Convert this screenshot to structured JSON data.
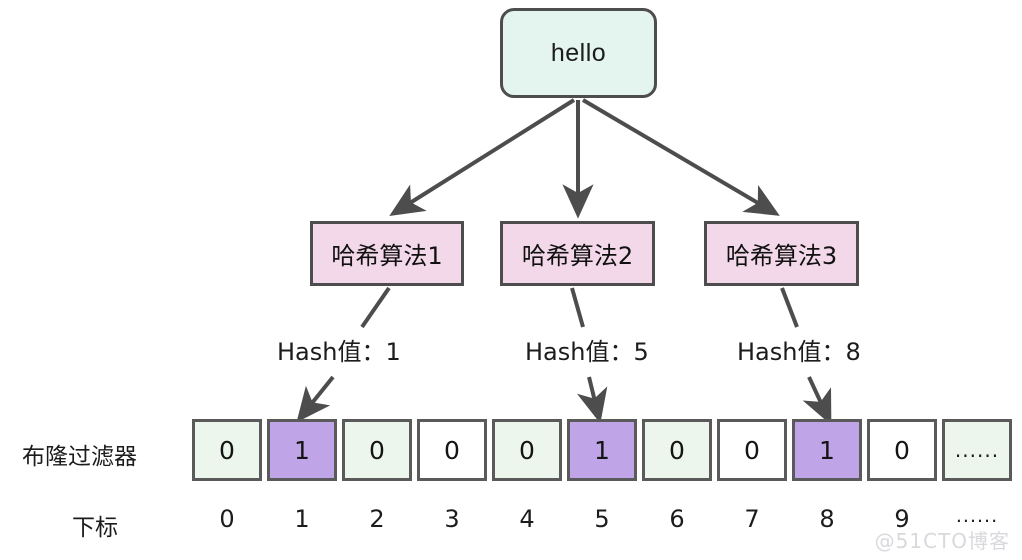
{
  "diagram": {
    "title_node": {
      "label": "hello"
    },
    "hash_nodes": [
      {
        "label": "哈希算法1"
      },
      {
        "label": "哈希算法2"
      },
      {
        "label": "哈希算法3"
      }
    ],
    "hash_value_labels": [
      {
        "text": "Hash值：1",
        "value": 1
      },
      {
        "text": "Hash值：5",
        "value": 5
      },
      {
        "text": "Hash值：8",
        "value": 8
      }
    ],
    "bloom_row": {
      "label": "布隆过滤器",
      "cells": [
        {
          "value": "0",
          "tone": "green"
        },
        {
          "value": "1",
          "tone": "purple"
        },
        {
          "value": "0",
          "tone": "green"
        },
        {
          "value": "0",
          "tone": "white"
        },
        {
          "value": "0",
          "tone": "green"
        },
        {
          "value": "1",
          "tone": "purple"
        },
        {
          "value": "0",
          "tone": "green"
        },
        {
          "value": "0",
          "tone": "white"
        },
        {
          "value": "1",
          "tone": "purple"
        },
        {
          "value": "0",
          "tone": "white"
        },
        {
          "value": "......",
          "tone": "green"
        }
      ]
    },
    "index_row": {
      "label": "下标",
      "cells": [
        "0",
        "1",
        "2",
        "3",
        "4",
        "5",
        "6",
        "7",
        "8",
        "9",
        "......"
      ]
    },
    "watermark": "@51CTO博客",
    "colors": {
      "root_fill": "#e4f4ef",
      "hash_fill": "#f3d8e9",
      "bit_set_fill": "#bfa4e8",
      "bit_zero_green": "#edf6ec",
      "bit_zero_white": "#ffffff",
      "stroke": "#4d4d4d"
    }
  }
}
